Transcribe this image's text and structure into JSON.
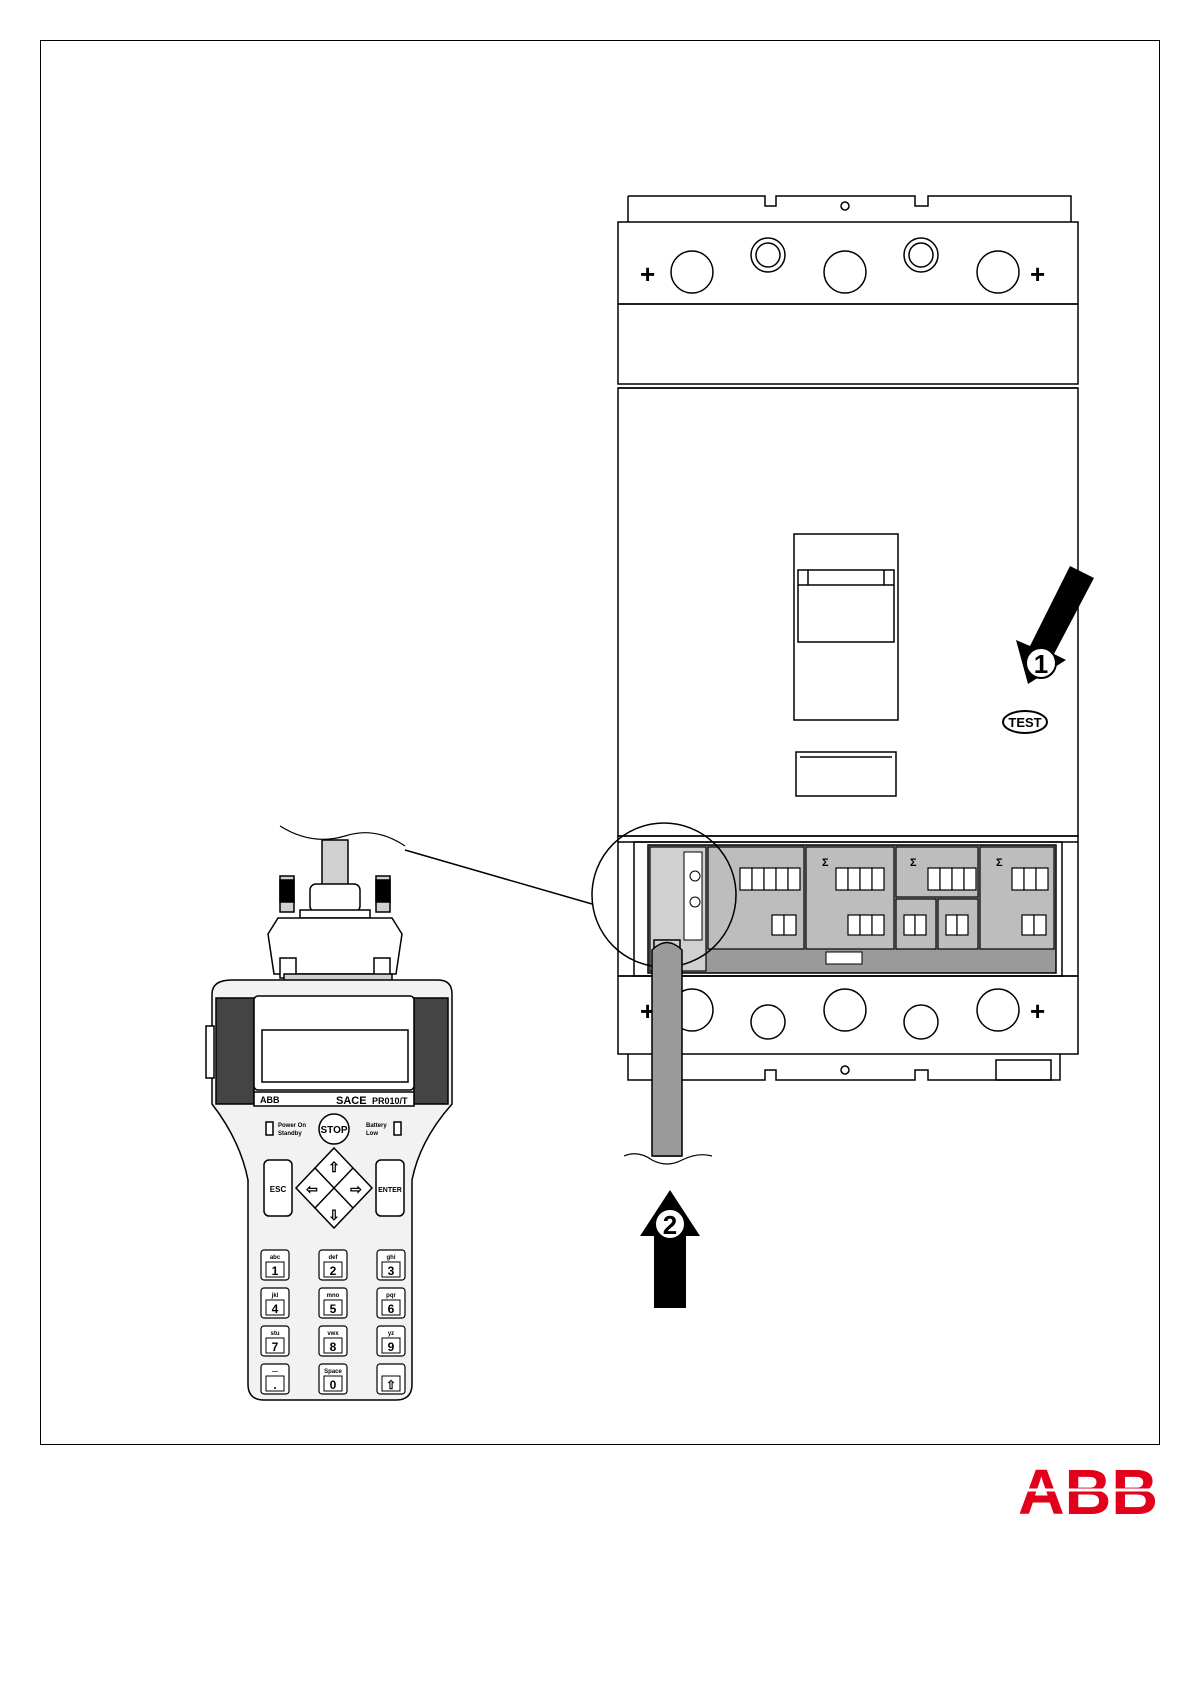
{
  "labels": {
    "test_button": "TEST",
    "step_1": "1",
    "step_2": "2",
    "plus": "+",
    "minus": "−",
    "sigma": "Σ"
  },
  "handheld": {
    "brand": "ABB",
    "model": "SACE",
    "model_code": "PR010/T",
    "power_label_1": "Power On",
    "power_label_2": "Standby",
    "stop_label": "STOP",
    "battery_label_1": "Battery",
    "battery_label_2": "Low",
    "esc_label": "ESC",
    "enter_label": "ENTER",
    "keys": [
      {
        "sub": "abc",
        "main": "1"
      },
      {
        "sub": "def",
        "main": "2"
      },
      {
        "sub": "ghi",
        "main": "3"
      },
      {
        "sub": "jkl",
        "main": "4"
      },
      {
        "sub": "mno",
        "main": "5"
      },
      {
        "sub": "pqr",
        "main": "6"
      },
      {
        "sub": "stu",
        "main": "7"
      },
      {
        "sub": "vwx",
        "main": "8"
      },
      {
        "sub": "yz",
        "main": "9"
      },
      {
        "sub": "—",
        "main": "."
      },
      {
        "sub": "Space",
        "main": "0"
      },
      {
        "sub": "",
        "main": "⇧"
      }
    ]
  },
  "logo": {
    "text": "ABB",
    "color": "#e2001a"
  },
  "colors": {
    "line": "#000000",
    "panel_grey": "#9a9a9a",
    "light_grey": "#d0d0d0",
    "handheld_body": "#f2f2f2"
  }
}
